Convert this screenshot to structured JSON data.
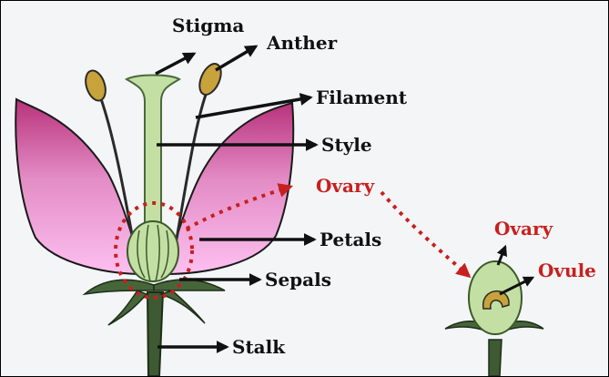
{
  "labels": {
    "stigma": "Stigma",
    "anther": "Anther",
    "filament": "Filament",
    "style": "Style",
    "ovary": "Ovary",
    "petals": "Petals",
    "sepals": "Sepals",
    "stalk": "Stalk",
    "inset_ovary": "Ovary",
    "inset_ovule": "Ovule"
  },
  "colors": {
    "text": "#111111",
    "highlight": "#c8201e",
    "petal_outer": "#c23a7c",
    "petal_inner": "#f3a3dd",
    "pistil": "#c4dfa4",
    "stem": "#3d5a33",
    "anther": "#c8a23a"
  }
}
